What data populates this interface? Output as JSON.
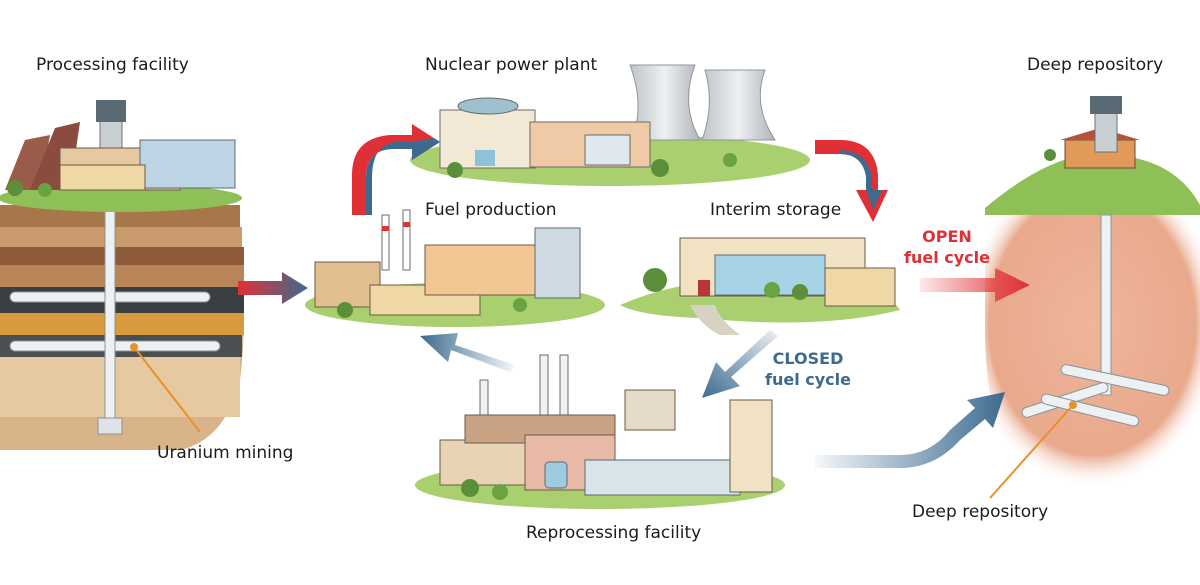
{
  "labels": {
    "processing_facility": "Processing facility",
    "nuclear_power_plant": "Nuclear power plant",
    "deep_repository_top": "Deep repository",
    "fuel_production": "Fuel production",
    "interim_storage": "Interim storage",
    "uranium_mining": "Uranium mining",
    "reprocessing_facility": "Reprocessing facility",
    "deep_repository_bottom": "Deep repository"
  },
  "cycles": {
    "open_line1": "OPEN",
    "open_line2": "fuel cycle",
    "closed_line1": "CLOSED",
    "closed_line2": "fuel cycle"
  },
  "colors": {
    "open_red": "#e03036",
    "closed_blue": "#3d6b8f",
    "ground_green": "#8fbf57",
    "soil_brown": "#c98a5a",
    "repository_soil": "#e9a98c",
    "cooling_tower": "#dfe3e6"
  }
}
